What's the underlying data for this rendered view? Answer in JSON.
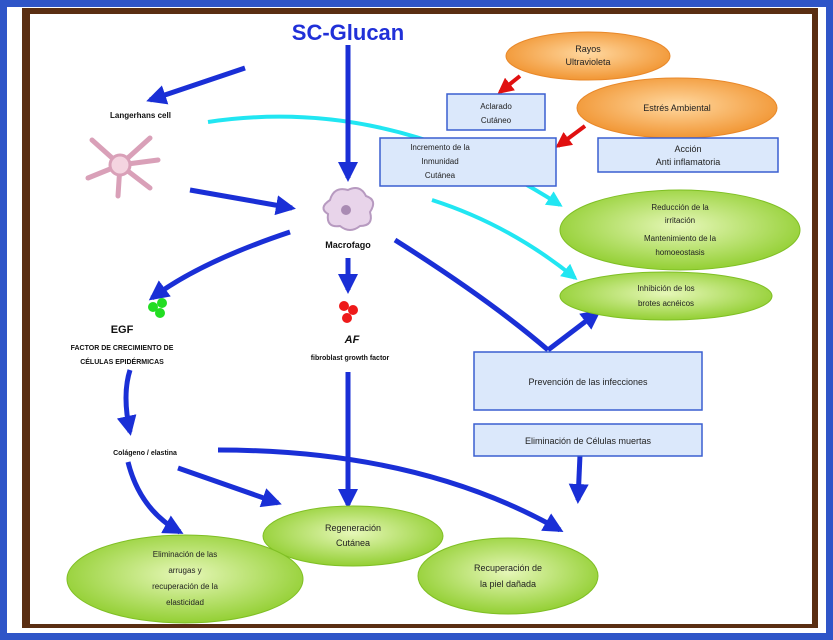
{
  "title": "SC-Glucan",
  "labels": {
    "langerhans": "Langerhans cell",
    "macrophage": "Macrofago",
    "egf": "EGF",
    "egf_sub1": "FACTOR DE CRECIMIENTO DE",
    "egf_sub2": "CÉLULAS EPIDÉRMICAS",
    "af": "AF",
    "af_sub": "fibroblast growth factor",
    "collagen": "Colágeno / elastina"
  },
  "boxes": {
    "aclarado_1": "Aclarado",
    "aclarado_2": "Cutáneo",
    "inmunidad_1": "Incremento de la",
    "inmunidad_2": "Inmunidad",
    "inmunidad_3": "Cutánea",
    "accion_1": "Acción",
    "accion_2": "Anti inflamatoria",
    "prevencion": "Prevención de las infecciones",
    "eliminacion_celulas": "Eliminación de Células muertas"
  },
  "ovals_orange": {
    "rayos_1": "Rayos",
    "rayos_2": "Ultravioleta",
    "estres": "Estrés Ambiental"
  },
  "ovals_green": {
    "reduccion_1": "Reducción de la",
    "reduccion_2": "irritación",
    "reduccion_3": "Mantenimiento de la",
    "reduccion_4": "homoeostasis",
    "inhibicion_1": "Inhibición de  los",
    "inhibicion_2": "brotes acnéicos",
    "regeneracion_1": "Regeneración",
    "regeneracion_2": "Cutánea",
    "recuperacion_1": "Recuperación de",
    "recuperacion_2": "la piel dañada",
    "arrugas_1": "Eliminación de las",
    "arrugas_2": "arrugas y",
    "arrugas_3": "recuperación de la",
    "arrugas_4": "elasticidad"
  },
  "colors": {
    "frame": "#2f55c8",
    "inner_border": "#5a2e12",
    "arrow_main": "#1a2fd6",
    "arrow_cyan": "#21e6f2",
    "arrow_red": "#e01010",
    "title": "#2030d8",
    "box_fill": "#dbe8fb",
    "box_border": "#3a5fd0",
    "orange": "#f5a64a",
    "green": "#a6dc3c"
  }
}
